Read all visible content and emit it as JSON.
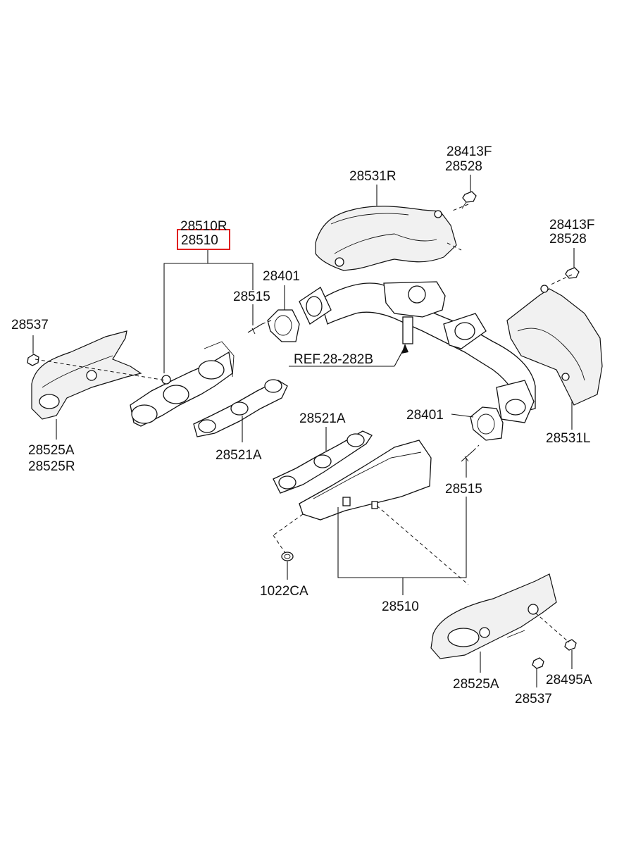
{
  "labels": {
    "p28413F_top": "28413F",
    "p28528_top": "28528",
    "p28531R": "28531R",
    "p28510R": "28510R",
    "p28510_highlight": "28510",
    "p28401_top": "28401",
    "p28515_top": "28515",
    "p28413F_right": "28413F",
    "p28528_right": "28528",
    "p28537_left": "28537",
    "ref": "REF.28-282B",
    "p28525A_left": "28525A",
    "p28525R": "28525R",
    "p28521A_left": "28521A",
    "p28521A_mid": "28521A",
    "p28401_mid": "28401",
    "p28531L": "28531L",
    "p28515_mid": "28515",
    "p1022CA": "1022CA",
    "p28510_bottom": "28510",
    "p28525A_bottom": "28525A",
    "p28495A": "28495A",
    "p28537_bottom": "28537"
  },
  "highlight_color": "#e02020"
}
